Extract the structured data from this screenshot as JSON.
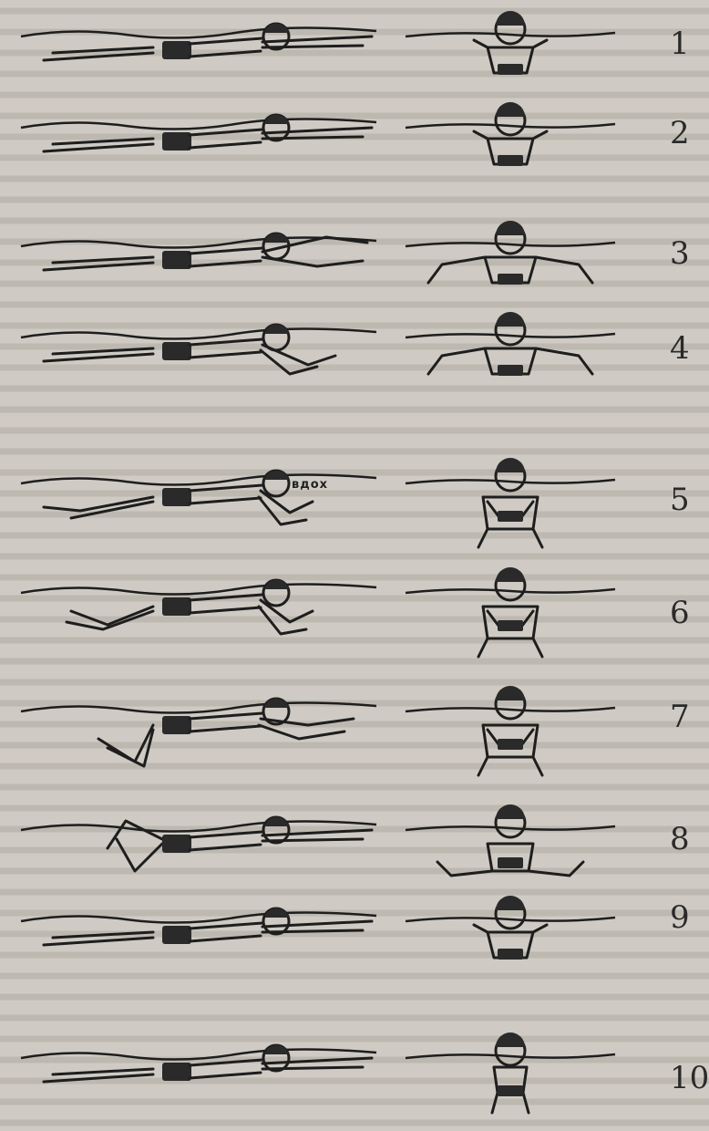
{
  "frames": [
    {
      "number": "1"
    },
    {
      "number": "2"
    },
    {
      "number": "3"
    },
    {
      "number": "4"
    },
    {
      "number": "5",
      "label": "вдох"
    },
    {
      "number": "6"
    },
    {
      "number": "7"
    },
    {
      "number": "8"
    },
    {
      "number": "9"
    },
    {
      "number": "10"
    }
  ]
}
